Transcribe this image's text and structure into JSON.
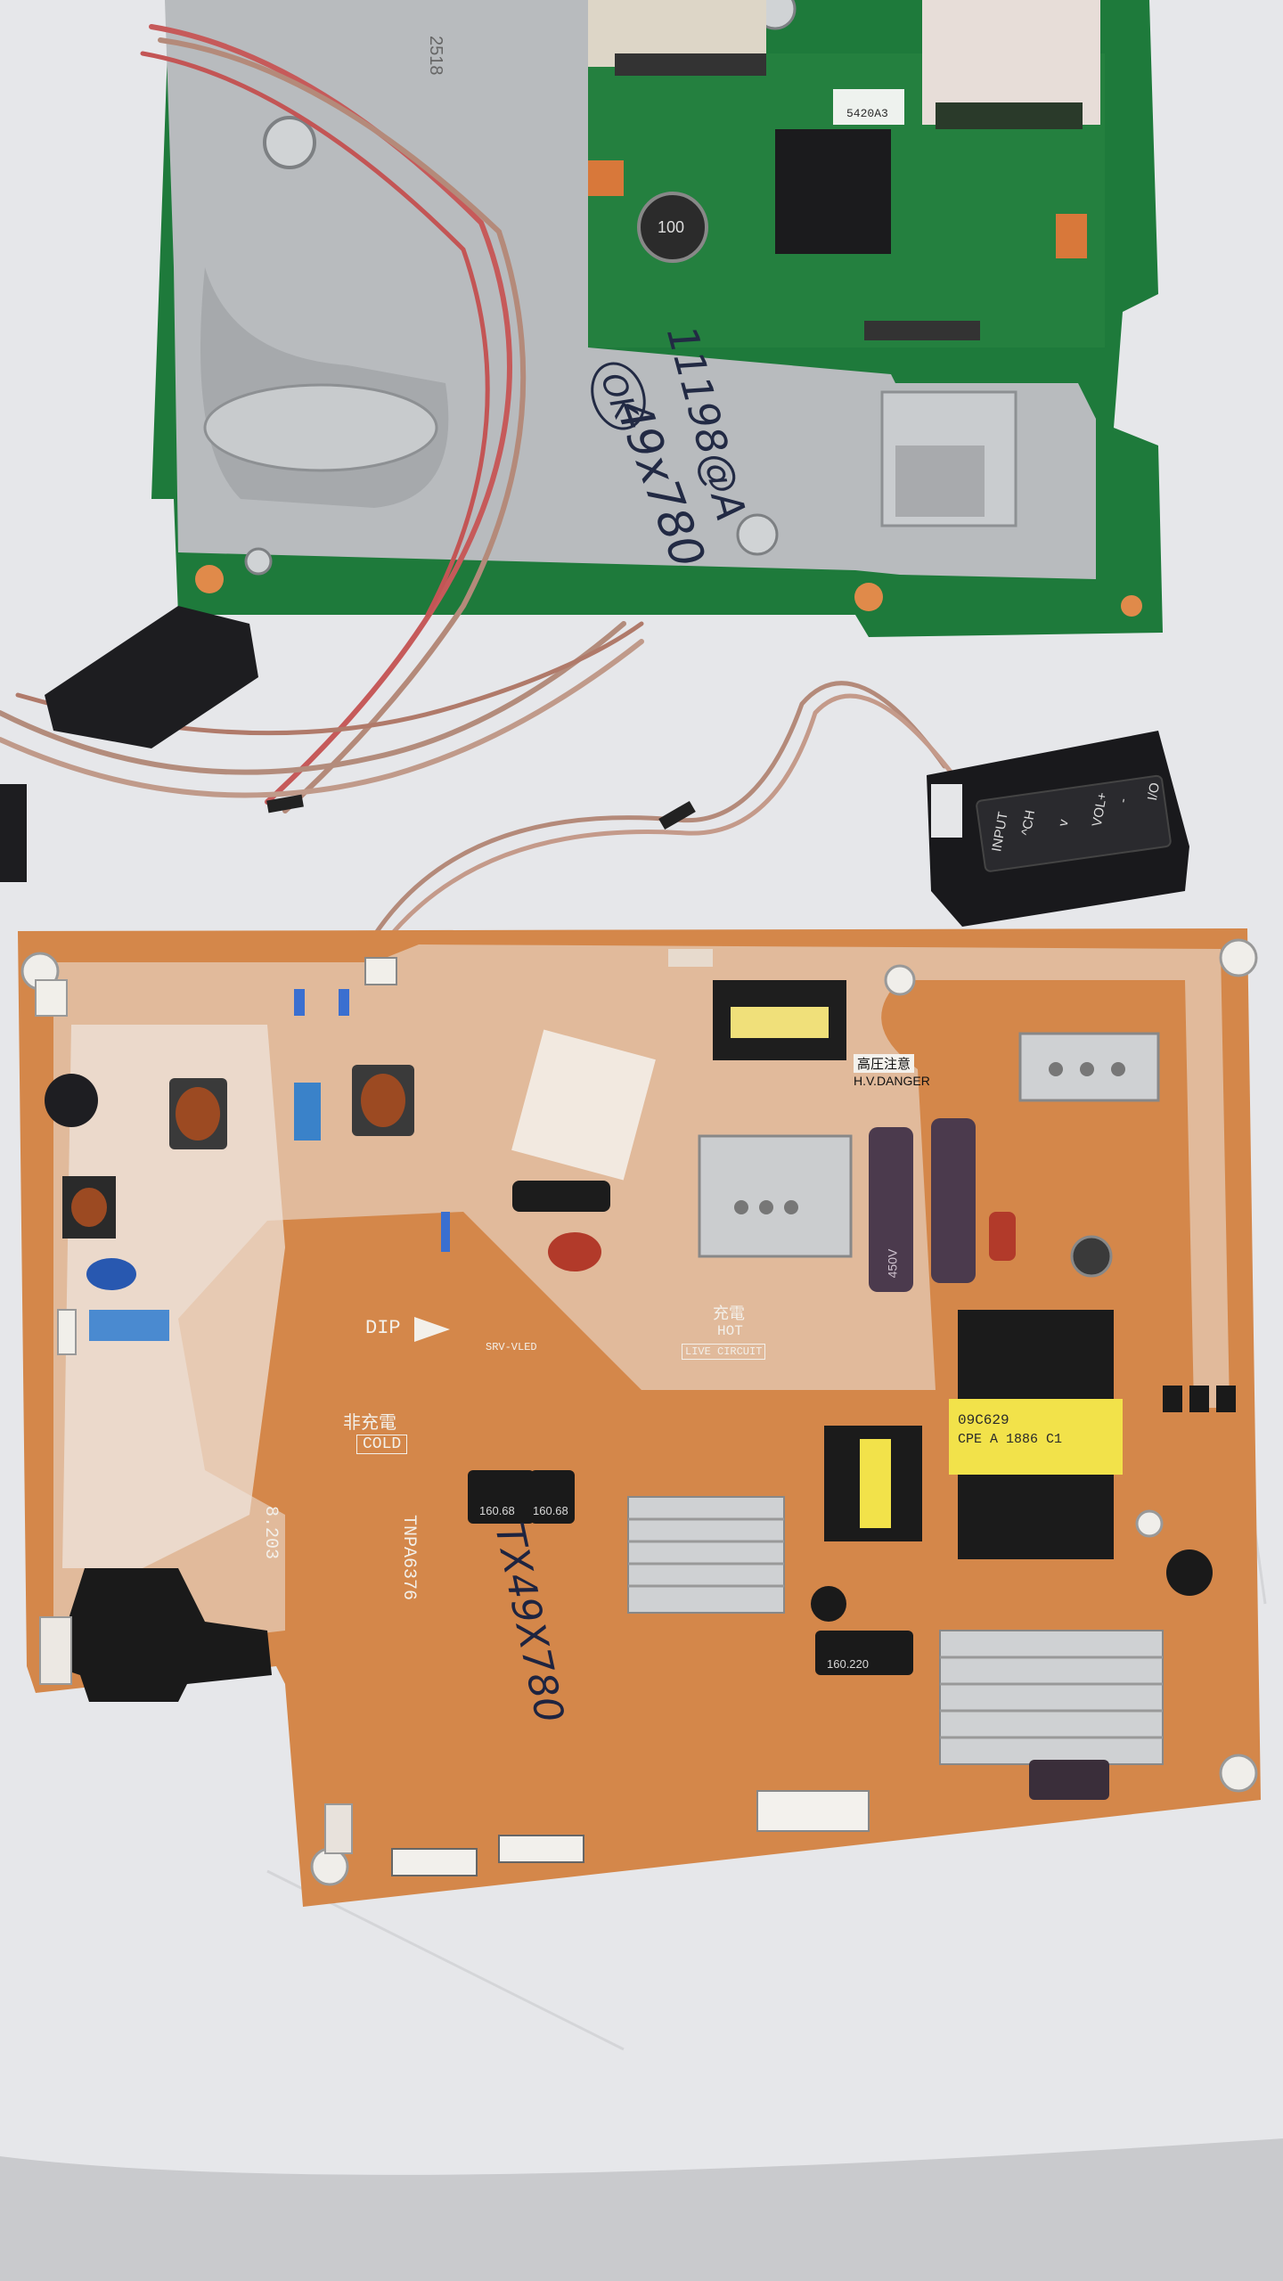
{
  "photo": {
    "subject": "LCD TV main board and power supply board on white surface",
    "background_color": "#e4e5e8",
    "pcb_green": "#1f7a3a",
    "pcb_psu": "#d5884a",
    "shield_metal": "#b9bcbf"
  },
  "main_board": {
    "handwriting_line1": "49x780",
    "handwriting_line2": "11198@A",
    "ok_mark": "OK",
    "chip_marking": "100",
    "top_label": "5420A3",
    "shield_number": "2518"
  },
  "keypad": {
    "input": "INPUT",
    "ch": "^CH",
    "ch_down": "v",
    "vol": "VOL+",
    "vol_minus": "-",
    "power": "I/O"
  },
  "psu_board": {
    "danger_jp": "高圧注意",
    "danger_en": "H.V.DANGER",
    "dip": "DIP",
    "hot_jp": "充電",
    "hot": "HOT",
    "live_circuit": "LIVE CIRCUIT",
    "cold_jp": "非充電",
    "cold": "COLD",
    "srv_led": "SRV-VLED",
    "part_code": "TNPA6376",
    "handwriting": "TX49X780",
    "yellow_transformer_line1": "09C629",
    "yellow_transformer_line2": "CPE A 1886 C1",
    "cap_label_a": "160.68",
    "cap_label_b": "160.68",
    "cap_label_c": "160.220",
    "date_code": "8.203",
    "big_cap_rating": "450V"
  }
}
